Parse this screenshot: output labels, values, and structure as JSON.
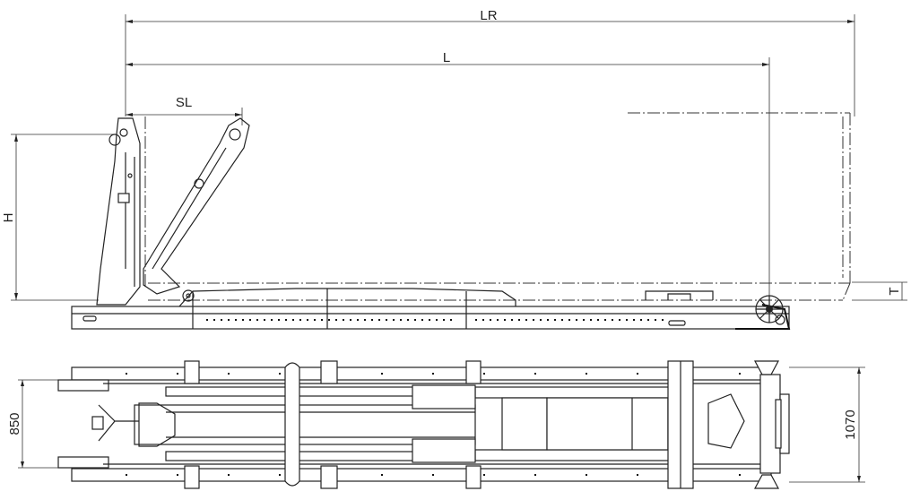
{
  "drawing": {
    "side_view": {
      "dimensions": {
        "lr": "LR",
        "l": "L",
        "sl": "SL",
        "h": "H",
        "t": "T"
      }
    },
    "top_view": {
      "dimensions": {
        "inner_width": "850",
        "outer_width": "1070"
      }
    }
  }
}
